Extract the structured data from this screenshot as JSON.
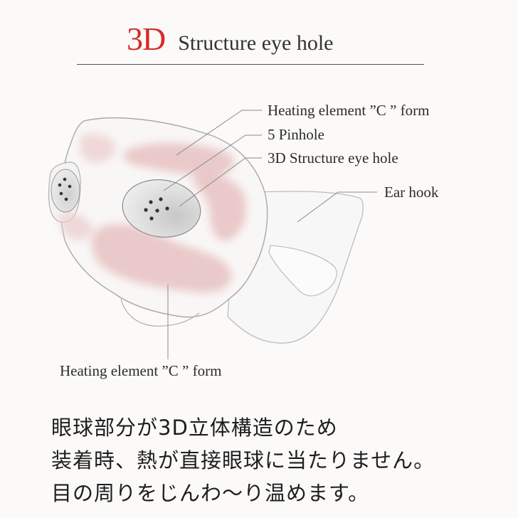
{
  "title": {
    "accent": "3D",
    "main": "Structure eye hole"
  },
  "labels": {
    "heating_top": "Heating element ”C ” form",
    "pinhole": "5 Pinhole",
    "eye_hole": "3D Structure eye hole",
    "ear_hook": "Ear hook",
    "heating_bottom": "Heating element ”C ” form"
  },
  "caption": {
    "line1": "眼球部分が3D立体構造のため",
    "line2": "装着時、熱が直接眼球に当たりません。",
    "line3": "目の周りをじんわ〜り温めます。"
  },
  "colors": {
    "accent": "#d62b2b",
    "heating_zone": "#e8c4c4",
    "eye_hole": "#dcdcdc"
  }
}
